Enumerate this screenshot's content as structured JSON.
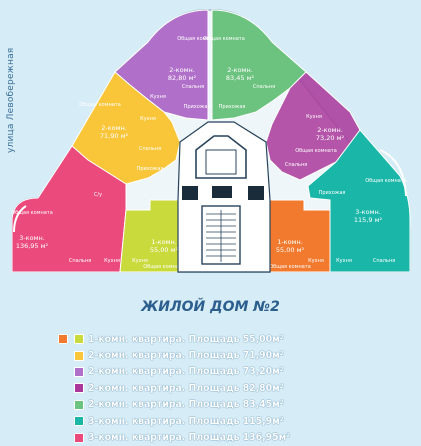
{
  "street": "улица Левобережная",
  "building_title": "ЖИЛОЙ ДОМ №2",
  "colors": {
    "orange": "#f27a2e",
    "lime": "#c9da3c",
    "yellow": "#f9c63a",
    "purple": "#b06fc8",
    "magenta": "#a9389a",
    "green": "#6cc27f",
    "teal": "#1ab7a9",
    "pink": "#ea4a7c"
  },
  "rooms": {
    "common": "Общая комната",
    "bedroom": "Спальня",
    "kitchen": "Кухня",
    "hall": "Прихожая",
    "bath": "С/у"
  },
  "units": [
    {
      "id": "magenta-top",
      "type": "2-комн.",
      "area": "82,80 м²"
    },
    {
      "id": "green-top",
      "type": "2-комн.",
      "area": "83,45 м²"
    },
    {
      "id": "yellow-left",
      "type": "2-комн.",
      "area": "71,90 м²"
    },
    {
      "id": "purple-right",
      "type": "2-комн.",
      "area": "73,20 м²"
    },
    {
      "id": "teal-right",
      "type": "3-комн.",
      "area": "115,9 м²"
    },
    {
      "id": "pink-left",
      "type": "3-комн.",
      "area": "136,95 м²"
    },
    {
      "id": "lime-left",
      "type": "1-комн.",
      "area": "55,00 м²"
    },
    {
      "id": "orange-right",
      "type": "1-комн.",
      "area": "55,00 м²"
    }
  ],
  "legend": [
    {
      "sw1": "#f27a2e",
      "sw2": "#c9da3c",
      "label": "1-комн. квартира. Площадь 55,00м²"
    },
    {
      "sw1": "",
      "sw2": "#f9c63a",
      "label": "2-комн. квартира. Площадь 71,90м²"
    },
    {
      "sw1": "",
      "sw2": "#b06fc8",
      "label": "2-комн. квартира. Площадь 73,20м²"
    },
    {
      "sw1": "",
      "sw2": "#a9389a",
      "label": "2-комн. квартира. Площадь 82,80м²"
    },
    {
      "sw1": "",
      "sw2": "#6cc27f",
      "label": "2-комн. квартира. Площадь 83,45м²"
    },
    {
      "sw1": "",
      "sw2": "#1ab7a9",
      "label": "3-комн. квартира. Площадь 115,9м²"
    },
    {
      "sw1": "",
      "sw2": "#ea4a7c",
      "label": "3-комн. квартира. Площадь 136,95м²"
    }
  ]
}
